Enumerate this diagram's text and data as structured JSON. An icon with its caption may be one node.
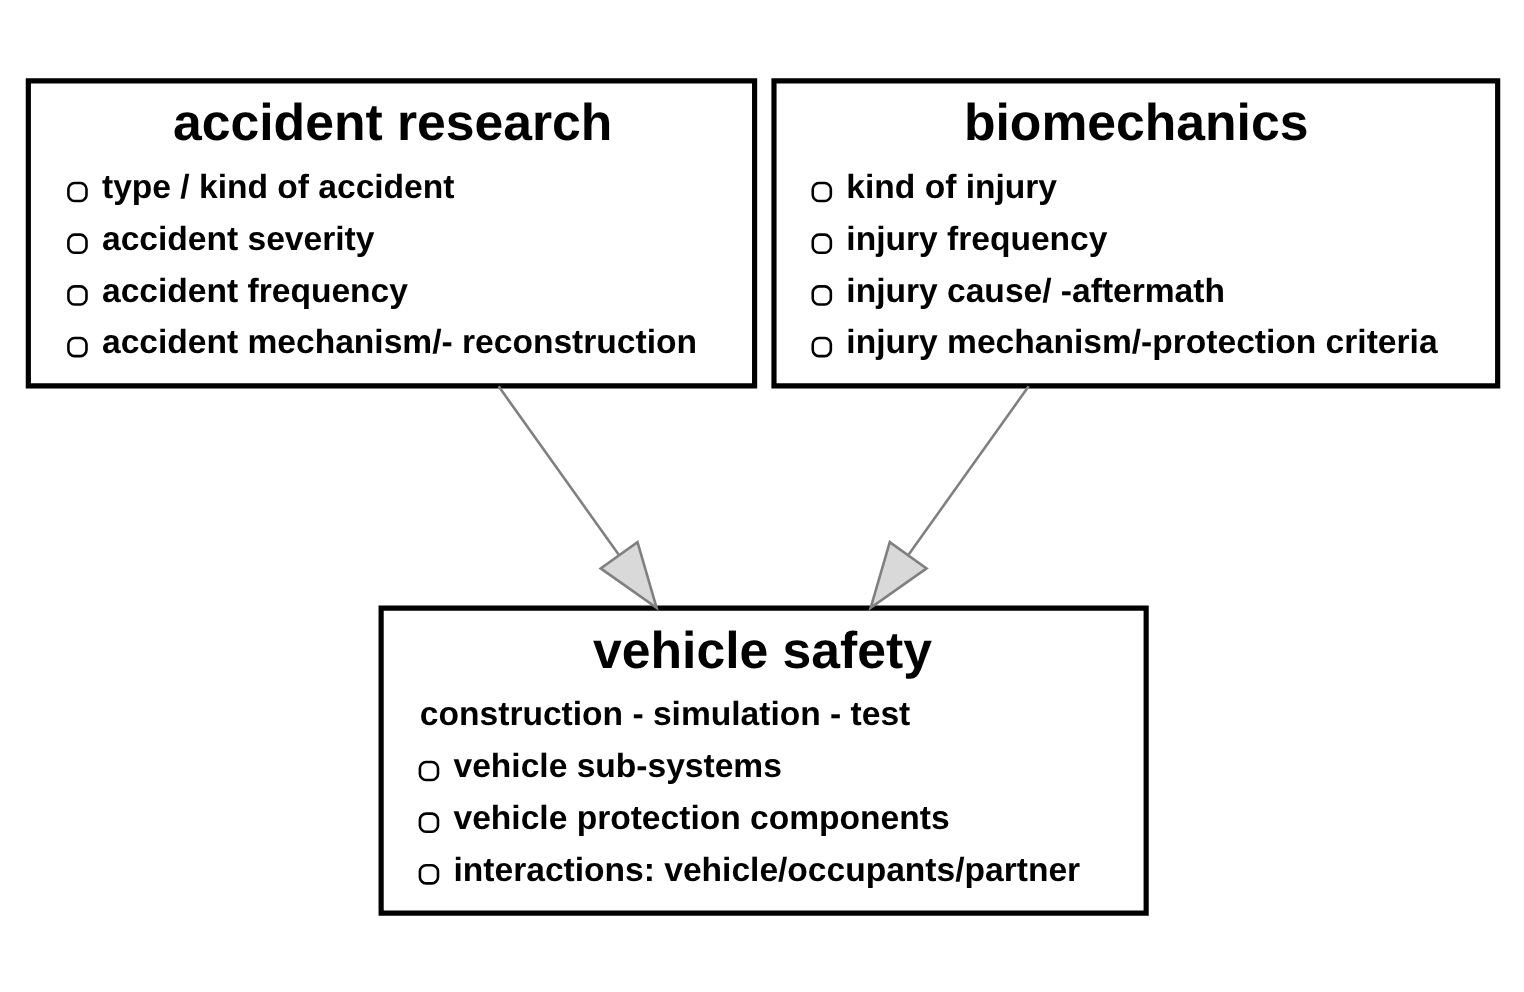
{
  "diagram": {
    "nodes": [
      {
        "text": [
          "accident research",
          "type / kind of accident",
          "accident severity",
          "accident frequency",
          "accident mechanism/- reconstruction"
        ]
      },
      {
        "text": [
          "biomechanics",
          "kind of injury",
          "injury frequency",
          "injury cause/ -aftermath",
          "injury mechanism/-protection criteria"
        ]
      },
      {
        "text": [
          "vehicle safety",
          "construction - simulation - test",
          "vehicle sub-systems",
          "vehicle protection components",
          "interactions: vehicle/occupants/partner"
        ]
      }
    ],
    "edges": [
      {
        "from": 0,
        "to": 2,
        "arrow": "to"
      },
      {
        "from": 1,
        "to": 2,
        "arrow": "to"
      }
    ]
  }
}
